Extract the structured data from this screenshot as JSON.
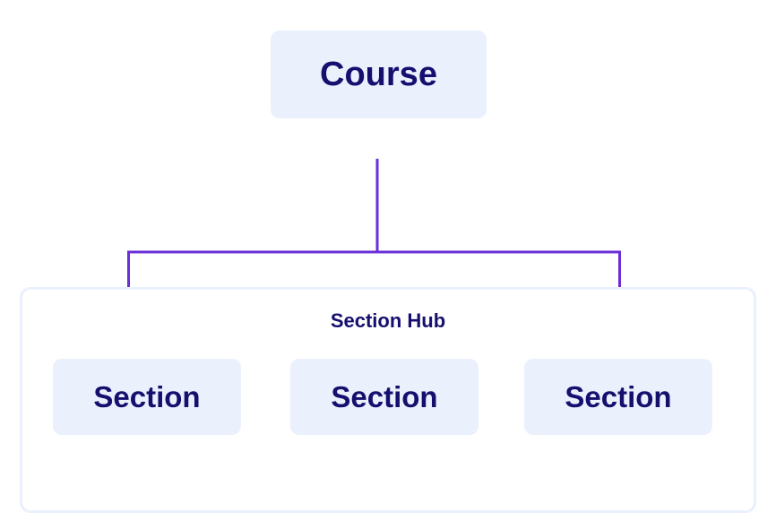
{
  "diagram": {
    "root": {
      "label": "Course"
    },
    "hub": {
      "title": "Section Hub"
    },
    "sections": [
      {
        "label": "Section"
      },
      {
        "label": "Section"
      },
      {
        "label": "Section"
      }
    ]
  },
  "colors": {
    "node_fill": "#ebf0fd",
    "text": "#150f6e",
    "connector": "#6a2fd8",
    "hub_border": "#ebf0fd"
  }
}
